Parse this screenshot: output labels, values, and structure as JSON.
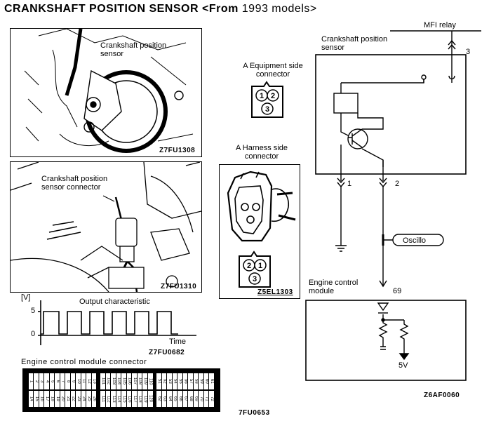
{
  "title": {
    "main": "CRANKSHAFT POSITION SENSOR",
    "from": "<From",
    "year": "1993 models>"
  },
  "photo1": {
    "label_line1": "Crankshaft position",
    "label_line2": "sensor",
    "code": "Z7FU1308"
  },
  "photo2": {
    "label_line1": "Crankshaft position",
    "label_line2": "sensor connector",
    "code": "Z7FU1310"
  },
  "equipment_connector": {
    "label_line1": "A Equipment side",
    "label_line2": "connector",
    "pins": [
      "1",
      "2",
      "3"
    ]
  },
  "harness_connector": {
    "label_line1": "A Harness side",
    "label_line2": "connector",
    "pins": [
      "2",
      "1",
      "3"
    ],
    "code": "Z5EL1303"
  },
  "output_chart": {
    "title": "Output characteristic",
    "y_unit": "[V]",
    "y_ticks": [
      "5",
      "0"
    ],
    "x_label": "Time",
    "code": "Z7FU0682"
  },
  "ecm_connector": {
    "title": "Engine control module connector",
    "code": "7FU0653",
    "groups": [
      [
        "1",
        "2",
        "3",
        "4",
        "5",
        "6",
        "7",
        "8",
        "9",
        "10",
        "11",
        "12",
        "13",
        "14",
        "15",
        "16",
        "17",
        "18",
        "19",
        "20",
        "21",
        "22",
        "23",
        "24",
        "25",
        "26"
      ],
      [
        "101",
        "102",
        "103",
        "104",
        "105",
        "106",
        "107",
        "108",
        "109",
        "110",
        "111",
        "112",
        "113",
        "114",
        "115",
        "116",
        "117",
        "118",
        "119",
        "120"
      ],
      [
        "51",
        "52",
        "53",
        "54",
        "55",
        "56",
        "57",
        "58",
        "59",
        "60",
        "61",
        "62",
        "63",
        "64",
        "65",
        "66",
        "67",
        "68",
        "69",
        "70",
        "71",
        "72"
      ]
    ]
  },
  "schematic": {
    "mfi_relay": "MFI relay",
    "sensor_label_line1": "Crankshaft position",
    "sensor_label_line2": "sensor",
    "pin_relay": "3",
    "pin_left": "1",
    "pin_right": "2",
    "oscillo": "Oscillo",
    "ecm_label_line1": "Engine control",
    "ecm_label_line2": "module",
    "pin_ecm": "69",
    "supply": "5V",
    "code": "Z6AF0060"
  }
}
